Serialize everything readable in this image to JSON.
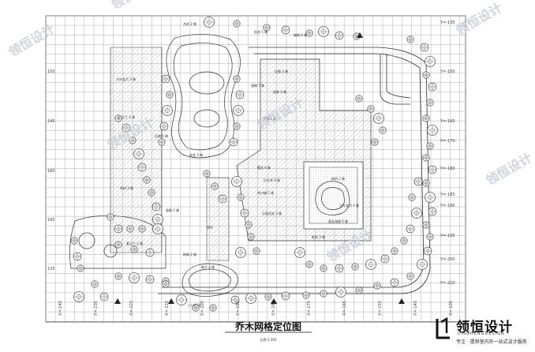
{
  "drawing": {
    "title": "乔木网格定位图",
    "scale": "比例 1:300"
  },
  "axis_x_labels": [
    "X=-245",
    "X=-235",
    "X=-225",
    "X=-215",
    "X=-205",
    "X=-195",
    "X=-185",
    "X=-175",
    "X=-165",
    "X=-155",
    "X=-145",
    "X=-135"
  ],
  "axis_y_labels": [
    "Y=-130",
    "Y=-150",
    "Y=-160",
    "Y=-170",
    "Y=-180",
    "Y=-185",
    "Y=-190",
    "Y=-195",
    "Y=-200",
    "Y=-210"
  ],
  "left_y_labels": [
    "150",
    "145",
    "180",
    "185",
    "135"
  ],
  "plant_labels": [
    "合欢 2 株",
    "桂花 5 株",
    "腊梅 6 株",
    "红枫 3 株",
    "大叶女贞 3 株",
    "香樟 7 株",
    "银杏 4 株",
    "广玉兰 2 株",
    "紫薇 8 株",
    "石楠 5 株",
    "桂花 3 株",
    "樱花 6 株",
    "红叶李 4 株",
    "榉树 2 株",
    "朴树 3 株",
    "鸡爪槭 5 株",
    "大叶女贞 4 株",
    "香樟 2 株",
    "乐昌含笑 3 株",
    "垂丝海棠 6 株",
    "紫玉兰 2 株",
    "枇杷 3 株",
    "杨梅 2 株",
    "柚子 4 株"
  ],
  "central_label": "草坪",
  "bottom_label": "入口广场",
  "watermark": {
    "brand": "领恒设计",
    "tile_positions_note": ""
  },
  "logo": {
    "name": "领恒设计",
    "en": "LINGHENGDESIGN",
    "tag": "专注 · 提供室内外一站式设计服务"
  },
  "colors": {
    "line": "#333333",
    "grid": "#8a8a8a",
    "hatch": "#9a9a9a",
    "watermark": "#c8ccd6"
  }
}
